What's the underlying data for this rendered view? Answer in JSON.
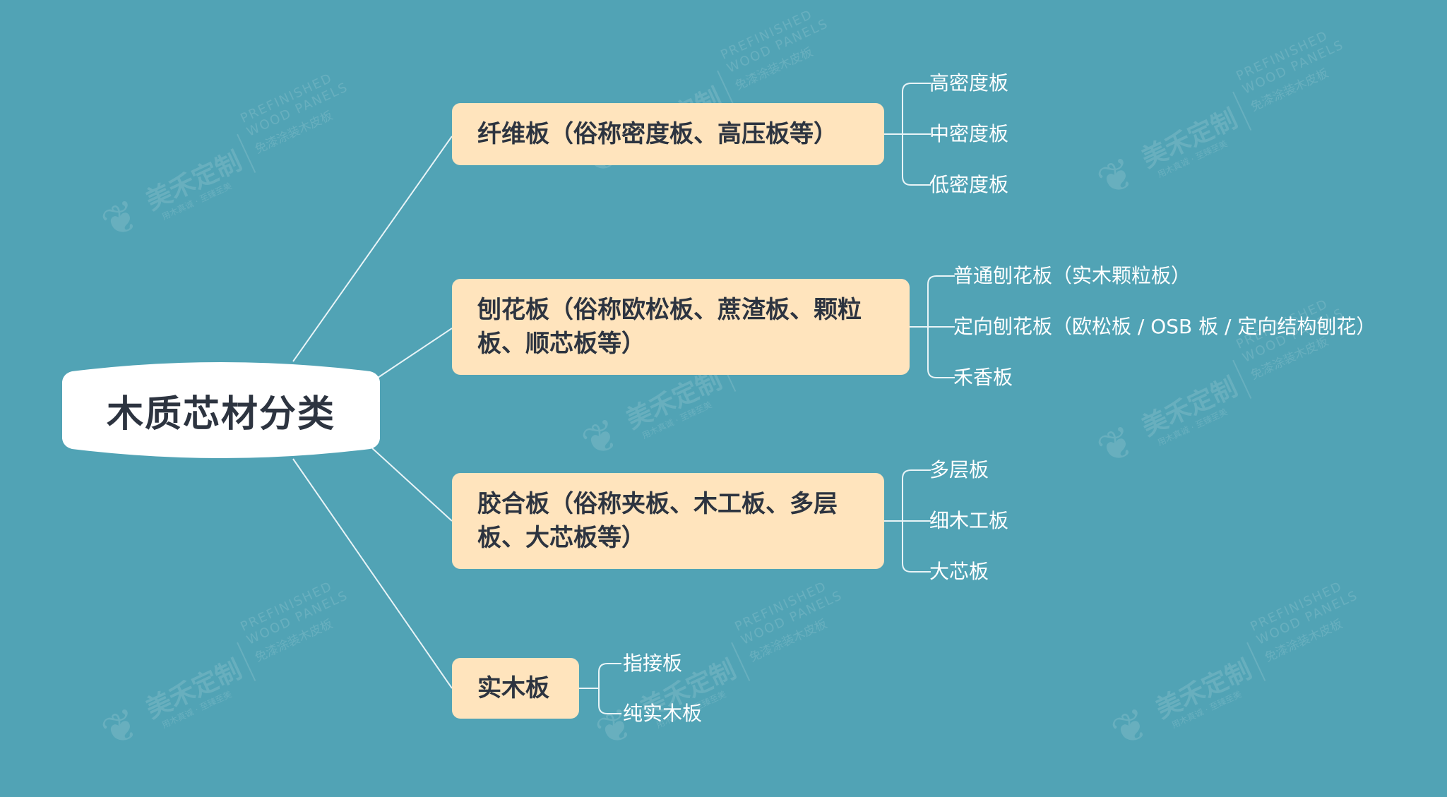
{
  "root": {
    "label": "木质芯材分类"
  },
  "branches": [
    {
      "label": "纤维板（俗称密度板、高压板等）",
      "children": [
        "高密度板",
        "中密度板",
        "低密度板"
      ]
    },
    {
      "label": "刨花板（俗称欧松板、蔗渣板、颗粒板、顺芯板等）",
      "children": [
        "普通刨花板（实木颗粒板）",
        "定向刨花板（欧松板 / OSB 板 / 定向结构刨花）",
        "禾香板"
      ]
    },
    {
      "label": "胶合板（俗称夹板、木工板、多层板、大芯板等）",
      "children": [
        "多层板",
        "细木工板",
        "大芯板"
      ]
    },
    {
      "label": "实木板",
      "children": [
        "指接板",
        "纯实木板"
      ]
    }
  ],
  "watermark": {
    "brand_cn": "美禾定制",
    "brand_en_line1": "PREFINISHED",
    "brand_en_line2": "WOOD PANELS",
    "brand_cn_sub": "免漆涂装木皮板",
    "slogan": "用木真诚 · 至臻至美"
  },
  "colors": {
    "background": "#51a3b5",
    "branch_fill": "#ffe4bd",
    "root_fill": "#ffffff",
    "text_dark": "#2d3440",
    "line": "#e8f4f7"
  }
}
